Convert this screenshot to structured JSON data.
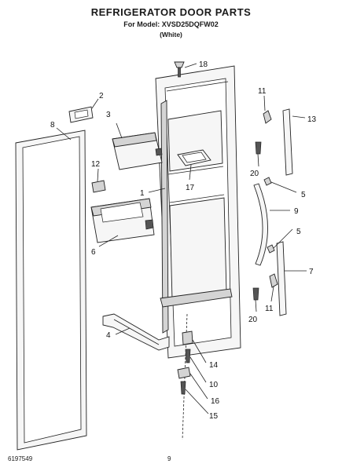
{
  "header": {
    "title": "REFRIGERATOR DOOR PARTS",
    "model_line": "For Model: XVSD25DQFW02",
    "color_line": "(White)"
  },
  "footer": {
    "doc_number": "6197549",
    "page_number": "9"
  },
  "callouts": {
    "c1": "1",
    "c2": "2",
    "c3": "3",
    "c4": "4",
    "c5a": "5",
    "c5b": "5",
    "c6": "6",
    "c7": "7",
    "c8": "8",
    "c9": "9",
    "c10": "10",
    "c11a": "11",
    "c11b": "11",
    "c12": "12",
    "c13": "13",
    "c14": "14",
    "c15": "15",
    "c16": "16",
    "c17": "17",
    "c18": "18",
    "c20a": "20",
    "c20b": "20"
  }
}
